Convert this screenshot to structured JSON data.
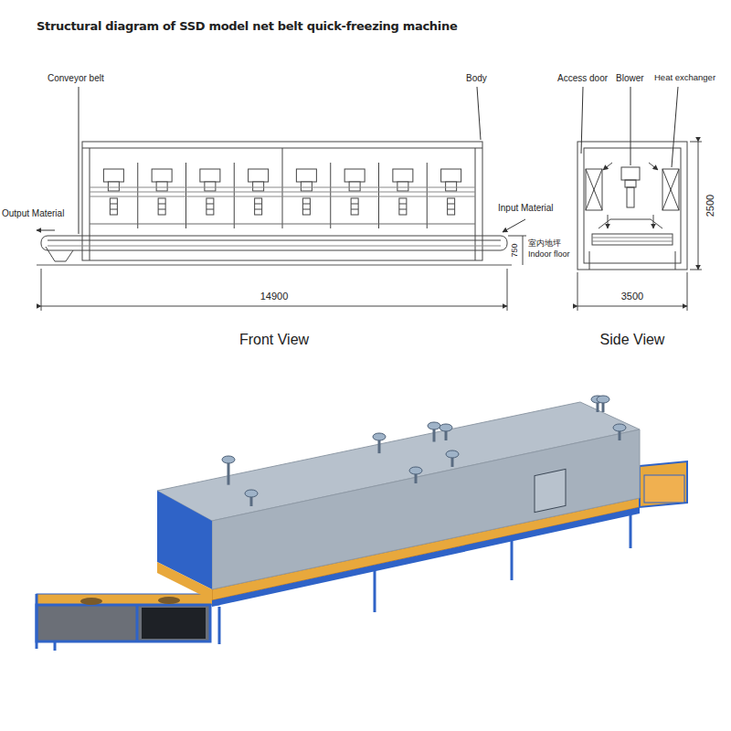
{
  "diagram": {
    "title": "Structural diagram of SSD model net belt quick-freezing machine",
    "labels": [
      "Conveyor belt",
      "Body",
      "Access door",
      "Blower",
      "Heat exchanger",
      "Output Material",
      "Input Material",
      "室内地坪",
      "Indoor floor",
      "750",
      "14900",
      "2500",
      "3500",
      "Front View",
      "Side View"
    ]
  }
}
